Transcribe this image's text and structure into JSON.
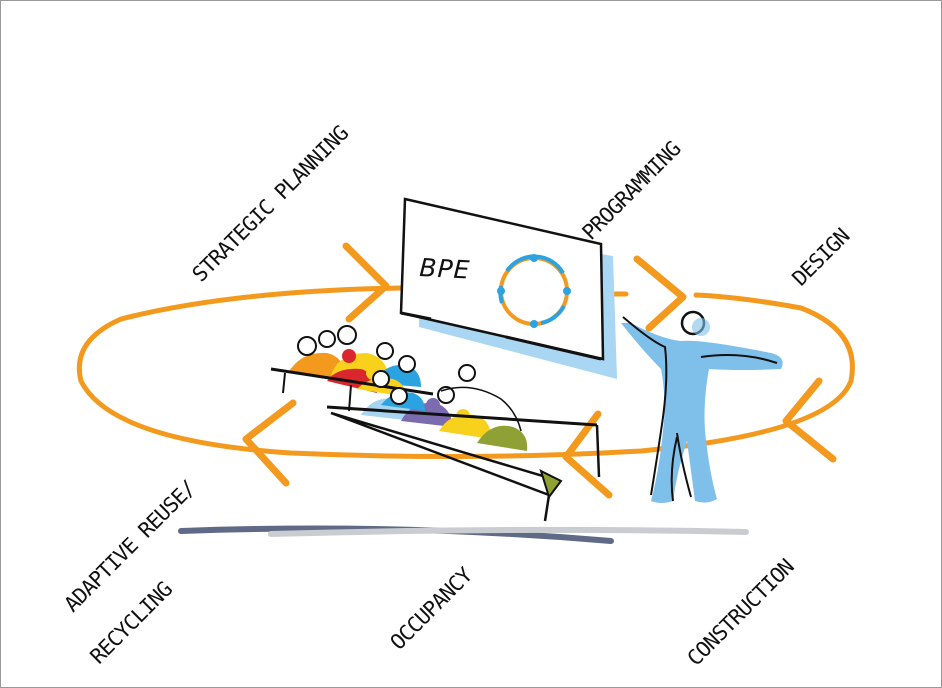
{
  "title": "BPE",
  "phases": [
    {
      "key": "strategic",
      "label": "STRATEGIC PLANNING"
    },
    {
      "key": "programming",
      "label": "PROGRAMMING"
    },
    {
      "key": "design",
      "label": "DESIGN"
    },
    {
      "key": "construction",
      "label": "CONSTRUCTION"
    },
    {
      "key": "occupancy",
      "label": "OCCUPANCY"
    },
    {
      "key": "adaptive",
      "label": "ADAPTIVE REUSE/"
    },
    {
      "key": "recycling",
      "label": "RECYCLING"
    }
  ],
  "colors": {
    "cycle": "#F39A1E",
    "screen_shadow": "#A9D6F2",
    "person": "#7FC0EA",
    "accent_blue": "#2AA3E0",
    "audience": [
      "#F39A1E",
      "#D9272D",
      "#F8D11D",
      "#2AA3E0",
      "#7D6BB0",
      "#8FA135",
      "#A7D4F0"
    ],
    "ground_dark": "#5E6A86",
    "ground_light": "#C9CCD1"
  }
}
